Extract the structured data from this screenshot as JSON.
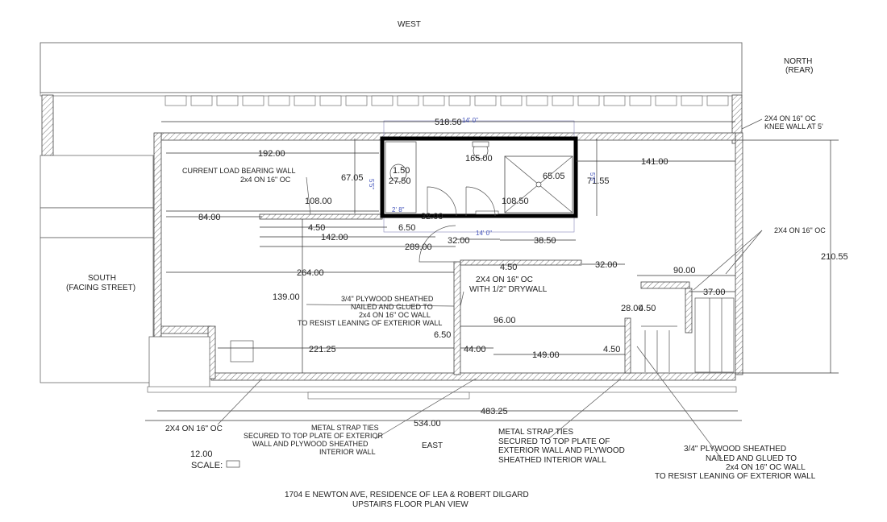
{
  "directions": {
    "west": "WEST",
    "north_line1": "NORTH",
    "north_line2": "(REAR)",
    "south_line1": "SOUTH",
    "south_line2": "(FACING STREET)",
    "east": "EAST"
  },
  "notes": {
    "knee_wall_line1": "2X4 ON 16\" OC",
    "knee_wall_line2": "KNEE WALL AT 5'",
    "load_bearing_line1": "CURRENT LOAD BEARING WALL",
    "load_bearing_line2": "2x4 ON 16\" OC",
    "right_2x4": "2X4 ON 16\" OC",
    "center_wall_line1": "2X4 ON 16\" OC",
    "center_wall_line2": "WITH 1/2\" DRYWALL",
    "plywood_left_line1": "3/4\" PLYWOOD SHEATHED",
    "plywood_left_line2": "NAILED AND GLUED TO",
    "plywood_left_line3": "2x4 ON 16\" OC WALL",
    "plywood_left_line4": "TO RESIST LEANING OF EXTERIOR WALL",
    "bottom_left_2x4": "2X4 ON 16\" OC",
    "strap_left_line1": "METAL STRAP TIES",
    "strap_left_line2": "SECURED TO TOP PLATE OF EXTERIOR",
    "strap_left_line3": "WALL AND   PLYWOOD SHEATHED",
    "strap_left_line4": "INTERIOR WALL",
    "strap_center_line1": "METAL STRAP TIES",
    "strap_center_line2": "SECURED TO TOP PLATE OF",
    "strap_center_line3": "EXTERIOR WALL AND   PLYWOOD",
    "strap_center_line4": "SHEATHED INTERIOR WALL",
    "plywood_right_line1": "3/4\" PLYWOOD SHEATHED",
    "plywood_right_line2": "NAILED AND GLUED TO",
    "plywood_right_line3": "2x4 ON 16\" OC WALL",
    "plywood_right_line4": "TO RESIST LEANING OF EXTERIOR WALL"
  },
  "dimensions": {
    "d518": "518.50",
    "d192": "192.00",
    "d165": "165.00",
    "d141": "141.00",
    "d67": "67.05",
    "d7155": "71.55",
    "d6505": "65.05",
    "d10850": "108.50",
    "d108": "108.00",
    "d84": "84.00",
    "d450a": "4.50",
    "d650a": "6.50",
    "d142": "142.00",
    "d32a": "32.00",
    "d3850": "38.50",
    "d289": "289.00",
    "d32c": "32.00",
    "d264": "264.00",
    "d450b": "4.50",
    "d32b": "32.00",
    "d90": "90.00",
    "d37": "37.00",
    "d210": "210.55",
    "d139": "139.00",
    "d28": "28.00",
    "d450c": "4.50",
    "d96": "96.00",
    "d650b": "6.50",
    "d22125": "221.25",
    "d44": "44.00",
    "d149": "149.00",
    "d450d": "4.50",
    "d48325": "483.25",
    "d534": "534.00",
    "d1550": "1.50",
    "d2750": "27.50"
  },
  "bath_marks": {
    "top": "14' 0\"",
    "bottom": "14' 0\"",
    "small": "2' 8\"",
    "left_side": "5'5\"",
    "right_side": "5'5\""
  },
  "scale": {
    "value": "12.00",
    "label": "SCALE:"
  },
  "title": {
    "line1": "1704 E NEWTON AVE, RESIDENCE OF LEA & ROBERT DILGARD",
    "line2": "UPSTAIRS FLOOR PLAN VIEW"
  },
  "colors": {
    "line": "#333333",
    "bathroom_wall": "#000000",
    "annotation_blue": "#4455bb"
  }
}
